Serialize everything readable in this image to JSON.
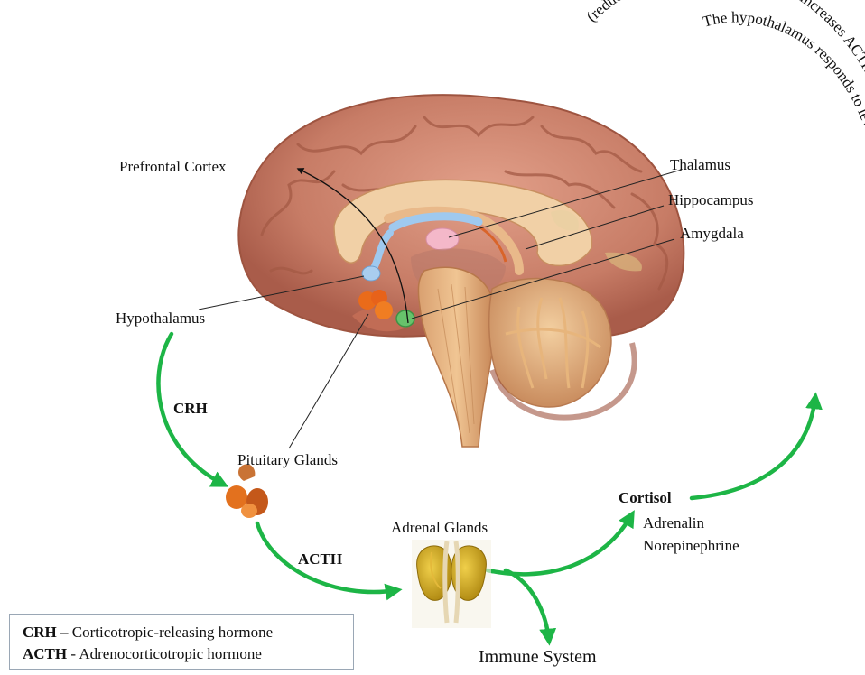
{
  "labels": {
    "prefrontal_cortex": "Prefrontal Cortex",
    "thalamus": "Thalamus",
    "hippocampus": "Hippocampus",
    "amygdala": "Amygdala",
    "hypothalamus": "Hypothalamus",
    "pituitary_glands": "Pituitary Glands",
    "adrenal_glands": "Adrenal Glands",
    "immune_system": "Immune System",
    "crh": "CRH",
    "acth": "ACTH",
    "cortisol": "Cortisol",
    "adrenalin": "Adrenalin",
    "norepinephrine": "Norepinephrine",
    "feedback_line1": "The hypothalamus responds to levels of cortisol",
    "feedback_line2": "(reduces CRH if cortisol is high and increases ACTH if cortisol is low)"
  },
  "legend": {
    "crh_abbr": "CRH",
    "crh_def": " – Corticotropic-releasing hormone",
    "acth_abbr": "ACTH",
    "acth_def": " - Adrenocorticotropic hormone"
  },
  "colors": {
    "arrow": "#1db546",
    "brain": "#c9826e",
    "pituitary": "#e3711e",
    "adrenal": "#c9a413",
    "hypothalamus_spot": "#a9cdef",
    "amygdala_spot": "#66c26a",
    "thalamus_spot": "#f3b6c6"
  }
}
